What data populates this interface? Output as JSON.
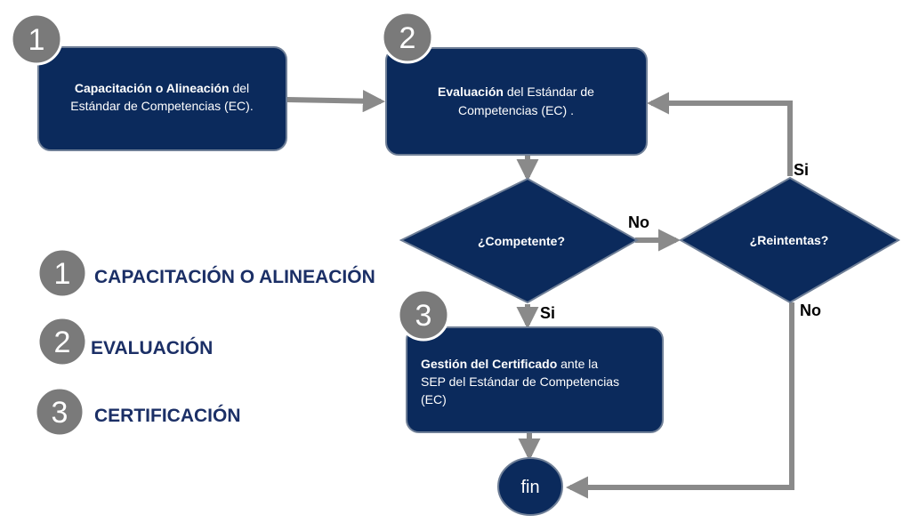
{
  "colors": {
    "node_fill": "#0b2a5c",
    "node_stroke": "#6f7f97",
    "badge_fill": "#7a7a7a",
    "arrow": "#8a8a8a",
    "legend_text": "#1b2f66"
  },
  "steps": {
    "s1": {
      "number": "1",
      "bold": "Capacitación o Alineación",
      "rest_line1": " del",
      "line2": "Estándar de Competencias (EC)."
    },
    "s2": {
      "number": "2",
      "bold": "Evaluación",
      "rest_line1": " del Estándar de",
      "line2": "Competencias (EC) ."
    },
    "s3": {
      "number": "3",
      "bold": "Gestión del Certificado",
      "rest_line1": " ante la",
      "line2": "SEP del Estándar de Competencias",
      "line3": "(EC)"
    }
  },
  "decisions": {
    "competente": "¿Competente?",
    "reintentas": "¿Reintentas?"
  },
  "edge_labels": {
    "competente_no": "No",
    "competente_si": "Si",
    "reintentas_si": "Si",
    "reintentas_no": "No"
  },
  "end_node": "fin",
  "legend": [
    {
      "number": "1",
      "label": "CAPACITACIÓN O ALINEACIÓN"
    },
    {
      "number": "2",
      "label": "EVALUACIÓN"
    },
    {
      "number": "3",
      "label": "CERTIFICACIÓN"
    }
  ]
}
